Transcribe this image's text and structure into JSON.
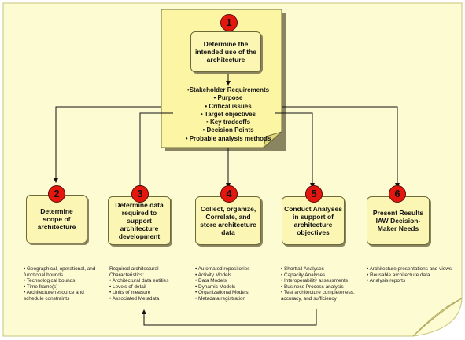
{
  "steps": [
    {
      "num": "1",
      "label": "Determine the intended use of the architecture"
    },
    {
      "num": "2",
      "label": "Determine scope of architecture"
    },
    {
      "num": "3",
      "label": "Determine data required to support architecture development"
    },
    {
      "num": "4",
      "label": "Collect, organize, Correlate, and store architecture data"
    },
    {
      "num": "5",
      "label": "Conduct Analyses in support of architecture objectives"
    },
    {
      "num": "6",
      "label": "Present Results IAW Decision-Maker Needs"
    }
  ],
  "step1_items": [
    "Stakeholder Requirements",
    "Purpose",
    "Critical issues",
    "Target objectives",
    "Key tradeoffs",
    "Decision Points",
    "Probable analysis methods"
  ],
  "details": {
    "step2": [
      "Geographical, operational, and functional bounds",
      "Technological bounds",
      "Time frame(s)",
      "Architecture resource and schedule constraints"
    ],
    "step3_intro": "Required architectural Characteristics:",
    "step3": [
      "Architectural data entities",
      "Levels of detail",
      "Units of measure",
      "Associated Metadata"
    ],
    "step4": [
      "Automated repositories",
      "Activity Models",
      "Data Models",
      "Dynamic Models",
      "Organizational Models",
      "Metadata registration"
    ],
    "step5": [
      "Shortfall Analyses",
      "Capacity Analyses",
      "Interoperability assessments",
      "Business Process analysis",
      "Test architecture completeness, accuracy, and sufficiency"
    ],
    "step6": [
      "Architecture presentations and views",
      "Reusable architecture data",
      "Analysis reports"
    ]
  },
  "colors": {
    "page": "#fdfbd2",
    "box": "#fcf6b4",
    "badge": "#e4170f",
    "outline": "#6d6a3a"
  }
}
